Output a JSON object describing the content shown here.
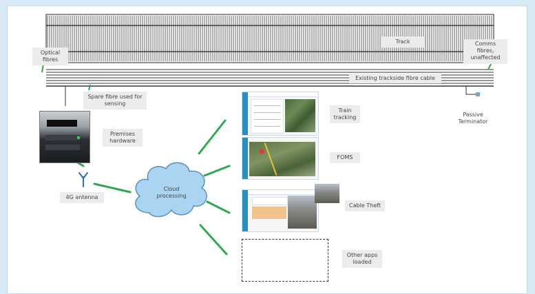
{
  "labels": {
    "track": "Track",
    "optical_fibres": "Optical\nfibres",
    "comms_fibres": "Comms\nfibres,\nunaffected",
    "existing_cable": "Existing trackside fibre cable",
    "spare_fibre": "Spare fibre used for\nsensing",
    "passive_terminator": "Passive\nTerminator",
    "premises_hardware": "Premises\nhardware",
    "antenna": "4G antenna",
    "cloud": "Cloud\nprocessing",
    "train_tracking": "Train\ntracking",
    "foms": "FOMS",
    "cable_theft": "Cable Theft",
    "other_apps": "Other apps\nloaded"
  },
  "icons": {
    "antenna": "antenna-icon",
    "cloud": "cloud-shape",
    "hardware": "server-hardware-photo"
  },
  "colors": {
    "connector_green": "#2fa84f",
    "cloud_fill": "#a9d4f2",
    "cloud_stroke": "#5e8fb6",
    "antenna_blue": "#2e6fb0",
    "app_sidebar": "#2a8fbd",
    "label_bg": "#ececec",
    "background": "#d7e9f5"
  }
}
